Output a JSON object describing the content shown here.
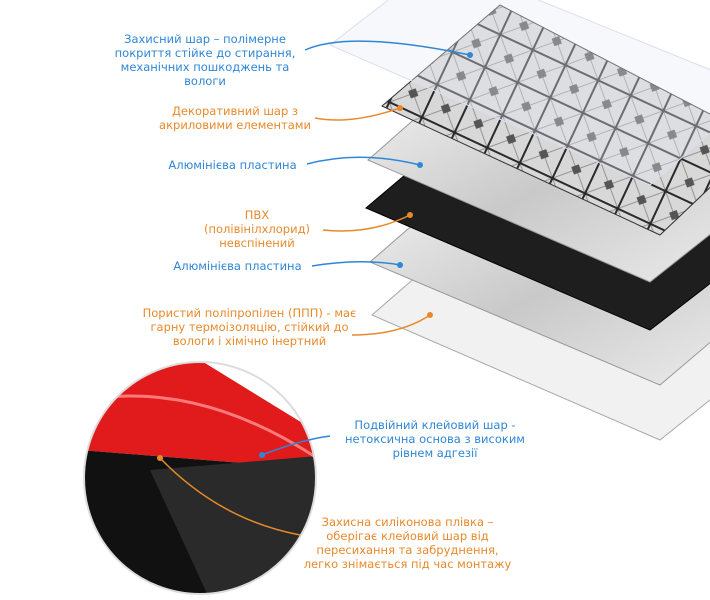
{
  "colors": {
    "blue": "#2f86d6",
    "orange": "#e8892b"
  },
  "labels": {
    "protective_layer": "Захисний шар – полімерне покриття стійке до стирання, механічних пошкоджень та вологи",
    "decorative_layer": "Декоративний шар з акриловими елементами",
    "aluminum_1": "Алюмінієва пластина",
    "pvc": "ПВХ (полівінілхлорид) невспінений",
    "aluminum_2": "Алюмінієва пластина",
    "polypropylene": "Пористий поліпропілен (ППП) - має гарну термоізоляцію, стійкий до вологи і хімічно інертний",
    "adhesive": "Подвійний клейовий шар - нетоксична основа з високим рівнем адгезії",
    "silicone_film": "Захисна силіконова плівка – оберігає клейовий шар від пересихання та забруднення, легко знімається під час монтажу"
  }
}
